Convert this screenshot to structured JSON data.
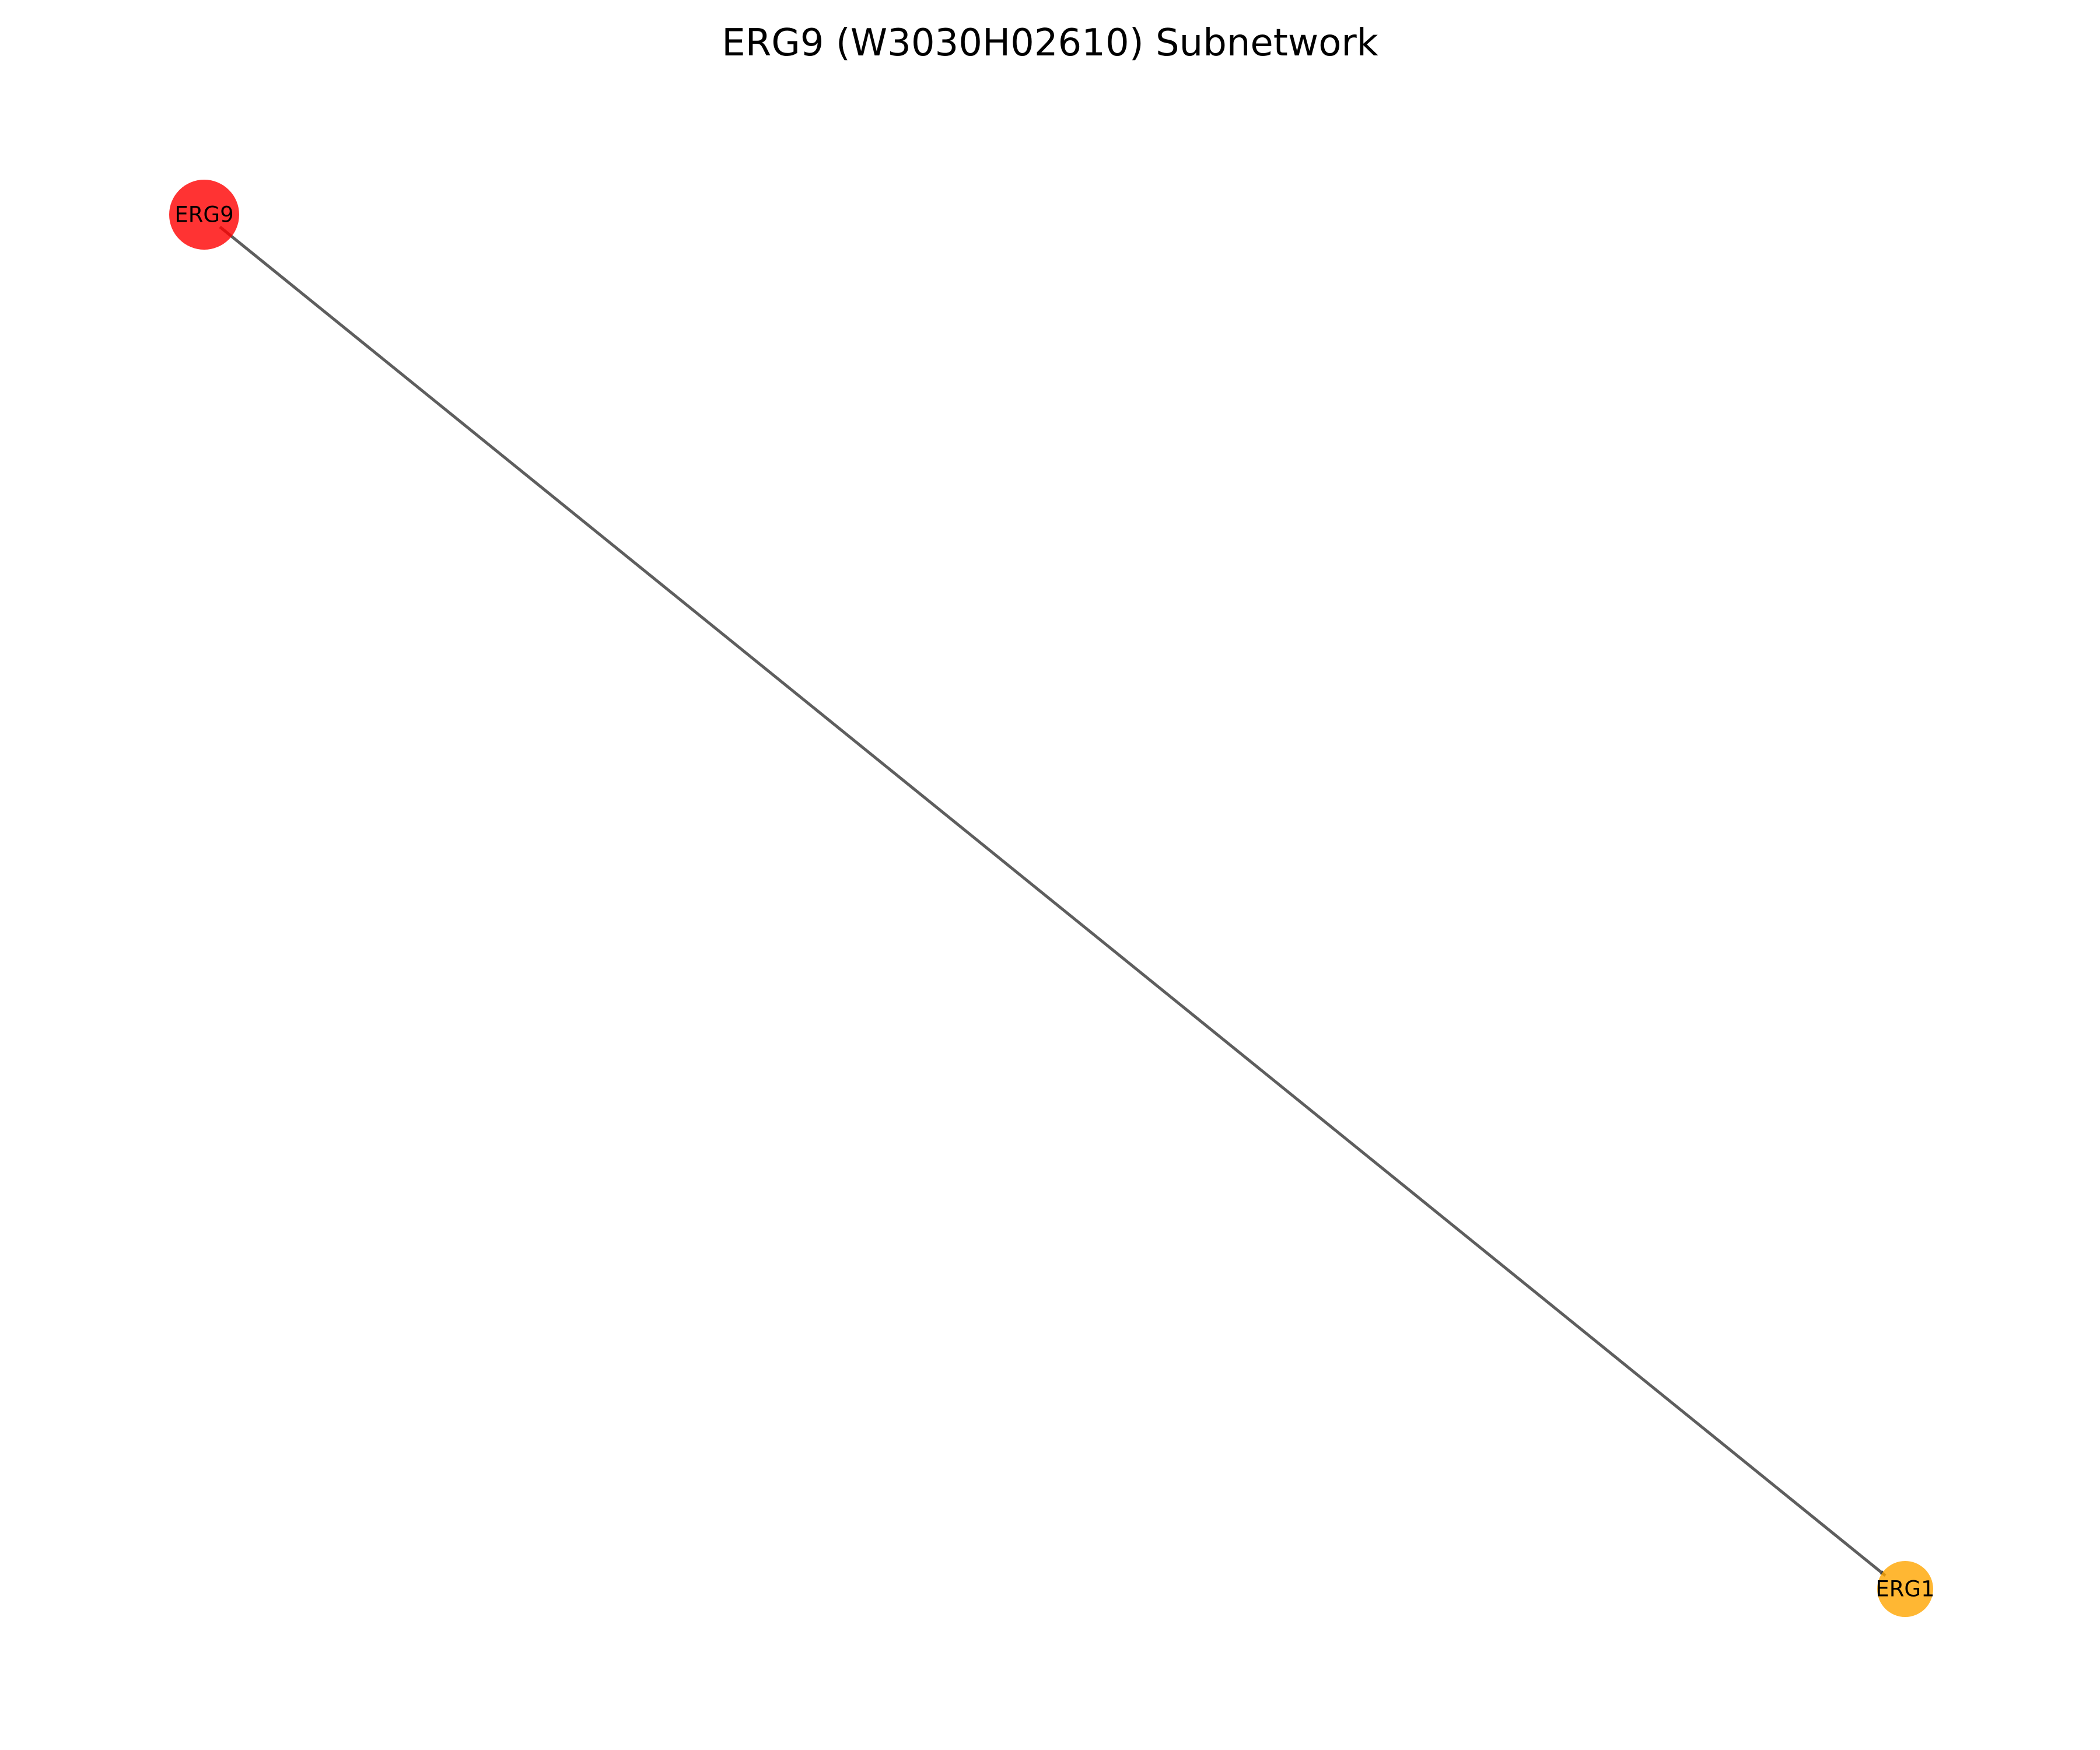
{
  "title": "ERG9 (W3030H02610) Subnetwork",
  "nodes": [
    {
      "id": "ERG9",
      "label": "ERG9",
      "color": "#ff0000",
      "opacity": 0.8,
      "role": "query gene"
    },
    {
      "id": "ERG1",
      "label": "ERG1",
      "color": "#ffa500",
      "opacity": 0.8,
      "role": "neighbor"
    }
  ],
  "edges": [
    {
      "source": "ERG9",
      "target": "ERG1",
      "directed": true,
      "color": "#555555"
    }
  ]
}
